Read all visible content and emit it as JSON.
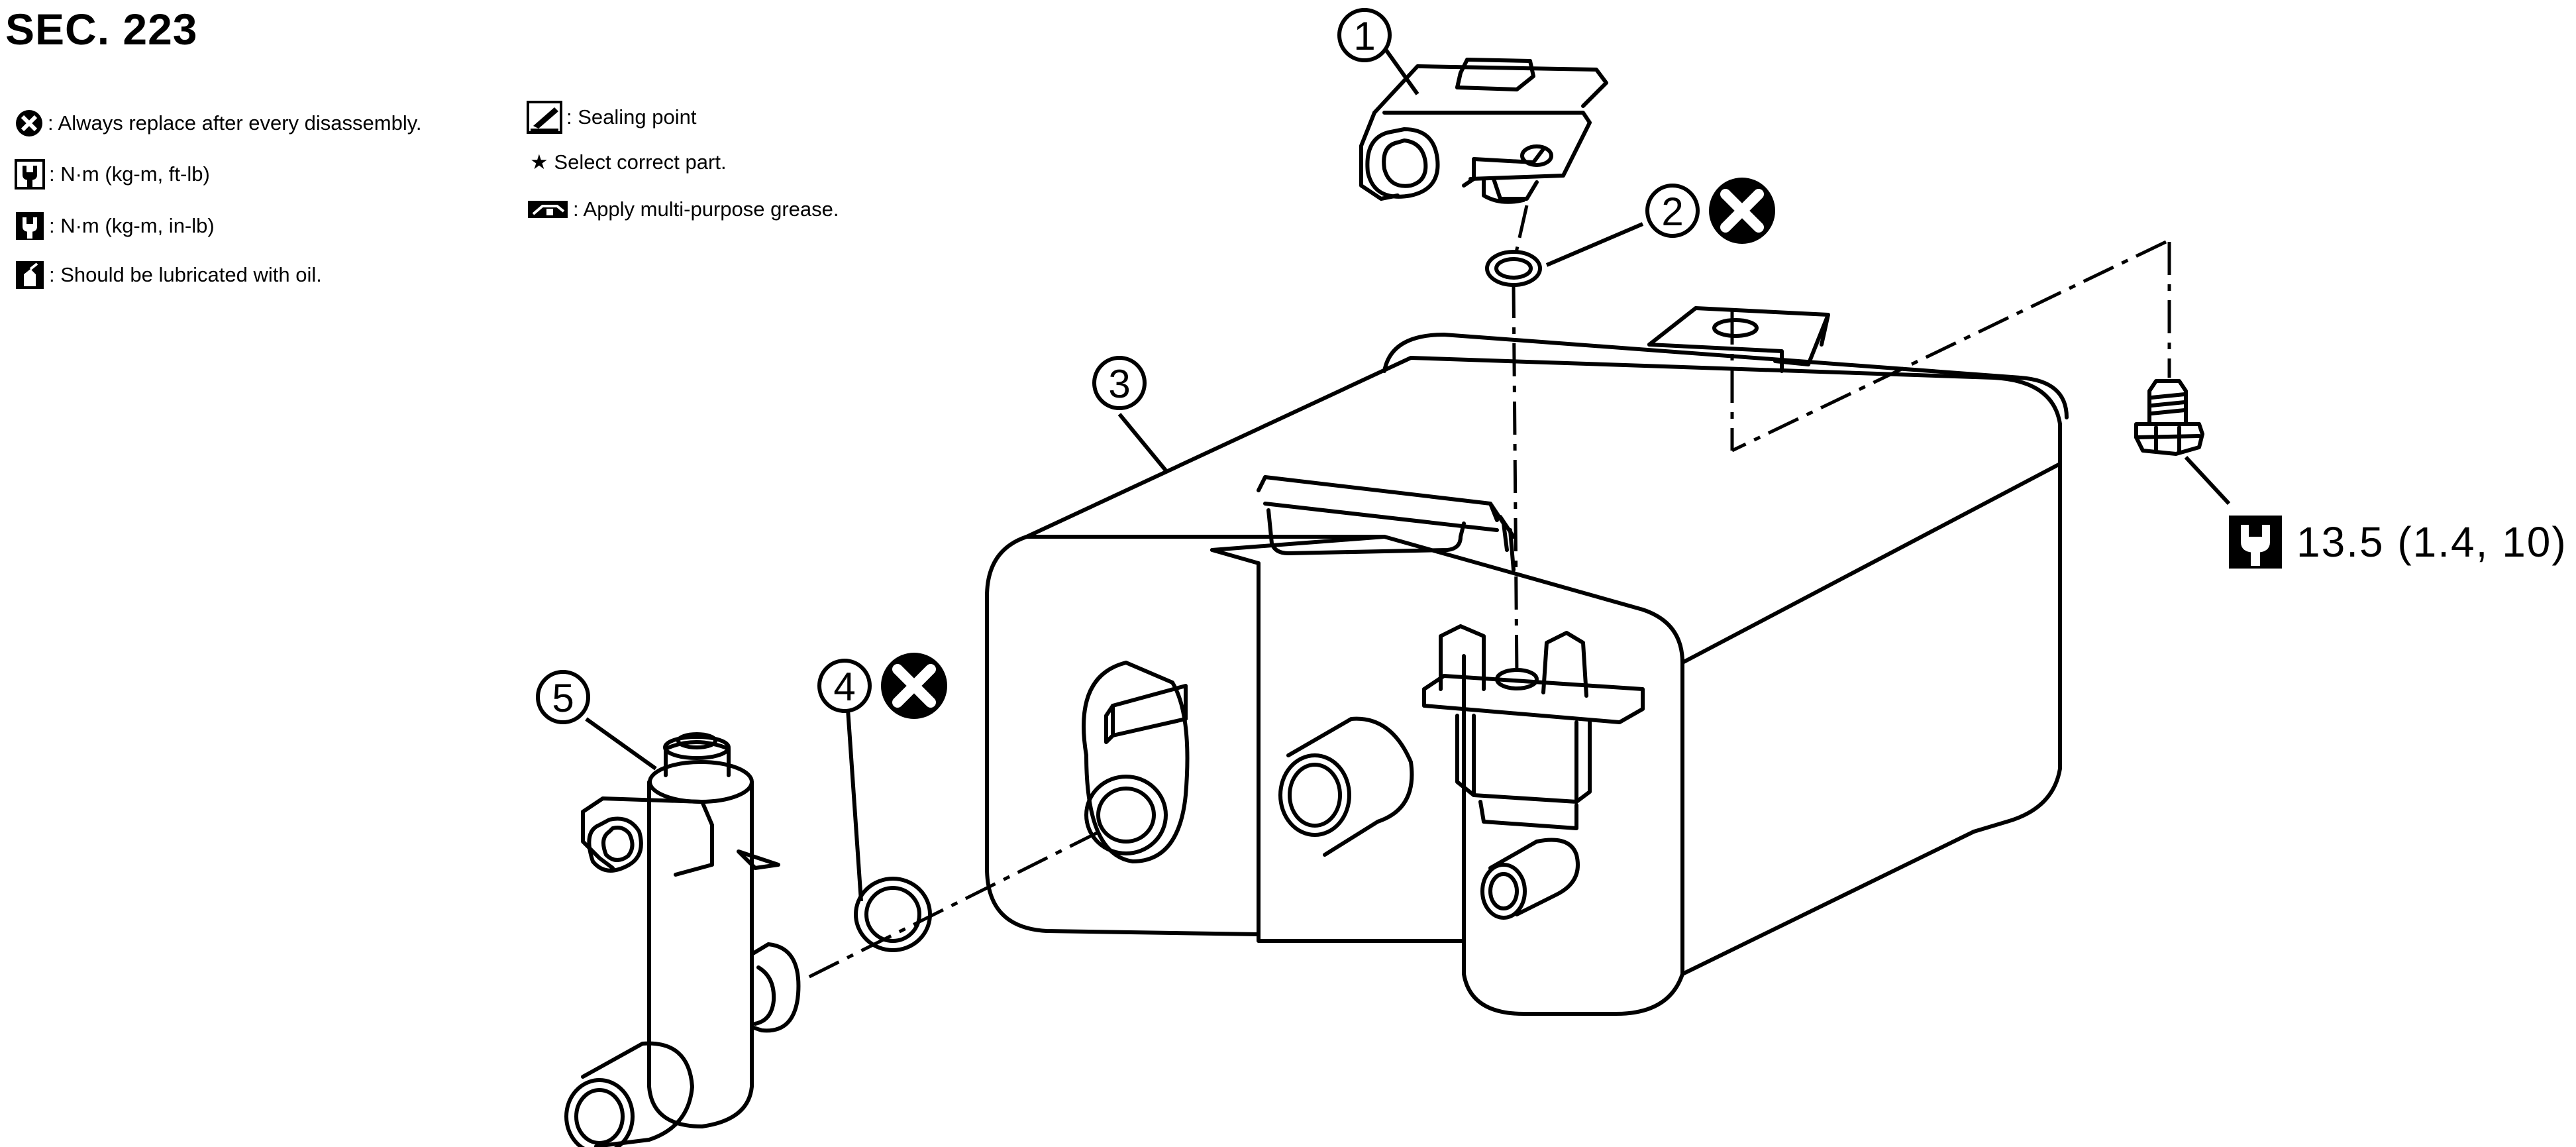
{
  "section": "SEC. 223",
  "legend": {
    "left": [
      {
        "icon": "x-circle-icon",
        "text": ": Always replace after every disassembly."
      },
      {
        "icon": "torque-wrench-icon",
        "text": ": N·m (kg-m, ft-lb)"
      },
      {
        "icon": "torque-wrench-filled-icon",
        "text": ": N·m (kg-m, in-lb)"
      },
      {
        "icon": "oil-can-icon",
        "text": ": Should be lubricated with oil."
      }
    ],
    "right": [
      {
        "icon": "sealant-tube-icon",
        "text": ": Sealing point"
      },
      {
        "icon": "star-icon",
        "text": "★ Select correct part."
      },
      {
        "icon": "grease-icon",
        "text": ": Apply multi-purpose grease."
      }
    ]
  },
  "callouts": [
    "1",
    "2",
    "3",
    "4",
    "5"
  ],
  "torque": "13.5 (1.4, 10)",
  "colors": {
    "line": "#000000",
    "background": "#ffffff"
  }
}
